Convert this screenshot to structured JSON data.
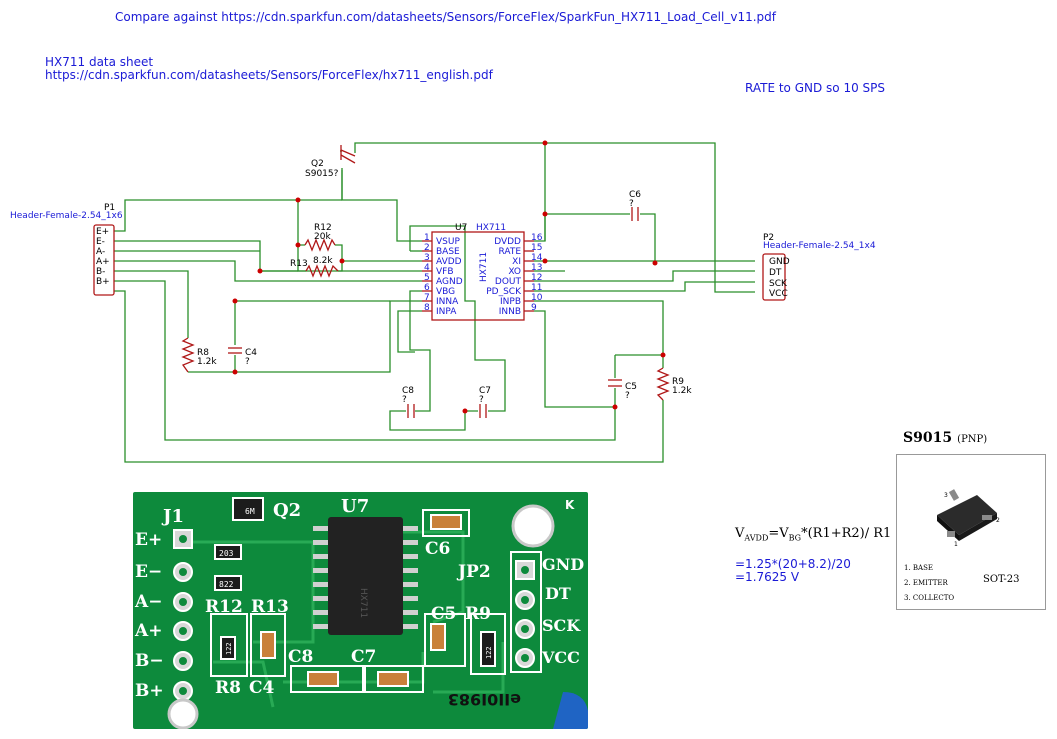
{
  "notes": {
    "compare": "Compare against https://cdn.sparkfun.com/datasheets/Sensors/ForceFlex/SparkFun_HX711_Load_Cell_v11.pdf",
    "datasheet_title": "HX711 data sheet",
    "datasheet_url": "https://cdn.sparkfun.com/datasheets/Sensors/ForceFlex/hx711_english.pdf",
    "rate": "RATE to GND so 10 SPS",
    "formula_calc": "=1.25*(20+8.2)/20",
    "formula_result": "=1.7625 V"
  },
  "formula": {
    "v": "V",
    "avdd_sub": "AVDD",
    "eq": "=V",
    "bg_sub": "BG",
    "rest": "*(R1+R2)/ R1"
  },
  "p1": {
    "ref": "P1",
    "part": "Header-Female-2.54_1x6",
    "pins": [
      "E+",
      "E-",
      "A-",
      "A+",
      "B-",
      "B+"
    ]
  },
  "p2": {
    "ref": "P2",
    "part": "Header-Female-2.54_1x4",
    "pins": [
      "GND",
      "DT",
      "SCK",
      "VCC"
    ]
  },
  "u7": {
    "ref": "U7",
    "part": "HX711",
    "body_label": "HX711",
    "left_pins": [
      {
        "num": "1",
        "name": "VSUP"
      },
      {
        "num": "2",
        "name": "BASE"
      },
      {
        "num": "3",
        "name": "AVDD"
      },
      {
        "num": "4",
        "name": "VFB"
      },
      {
        "num": "5",
        "name": "AGND"
      },
      {
        "num": "6",
        "name": "VBG"
      },
      {
        "num": "7",
        "name": "INNA"
      },
      {
        "num": "8",
        "name": "INPA"
      }
    ],
    "right_pins": [
      {
        "num": "16",
        "name": "DVDD"
      },
      {
        "num": "15",
        "name": "RATE"
      },
      {
        "num": "14",
        "name": "XI"
      },
      {
        "num": "13",
        "name": "XO"
      },
      {
        "num": "12",
        "name": "DOUT"
      },
      {
        "num": "11",
        "name": "PD_SCK"
      },
      {
        "num": "10",
        "name": "INPB"
      },
      {
        "num": "9",
        "name": "INNB"
      }
    ]
  },
  "q2": {
    "ref": "Q2",
    "part": "S9015?"
  },
  "r12": {
    "ref": "R12",
    "value": "20k"
  },
  "r13": {
    "ref": "R13",
    "value": "8.2k"
  },
  "r8": {
    "ref": "R8",
    "value": "1.2k"
  },
  "r9": {
    "ref": "R9",
    "value": "1.2k"
  },
  "c4": {
    "ref": "C4",
    "value": "?"
  },
  "c5": {
    "ref": "C5",
    "value": "?"
  },
  "c6": {
    "ref": "C6",
    "value": "?"
  },
  "c7": {
    "ref": "C7",
    "value": "?"
  },
  "c8": {
    "ref": "C8",
    "value": "?"
  },
  "pcb": {
    "j1": "J1",
    "q2": "Q2",
    "u7": "U7",
    "c6": "C6",
    "jp2": "JP2",
    "r12": "R12",
    "r13": "R13",
    "c5": "C5",
    "r9": "R9",
    "c8": "C8",
    "c7": "C7",
    "r8": "R8",
    "c4": "C4",
    "j1_pins": [
      "E+",
      "E−",
      "A−",
      "A+",
      "B−",
      "B+"
    ],
    "jp2_pins": [
      "GND",
      "DT",
      "SCK",
      "VCC"
    ],
    "chip_text": "HX711",
    "res_code_203": "203",
    "res_code_822": "822",
    "res_code_122a": "122",
    "res_code_122b": "122",
    "corner_k": "K",
    "serial": "eII0I983",
    "q_code": "6M"
  },
  "pinout": {
    "title": "S9015",
    "type": "(PNP)",
    "pin1": "1. BASE",
    "pin2": "2. EMITTER",
    "pin3": "3. COLLECTO",
    "package": "SOT-23",
    "n1": "1",
    "n2": "2",
    "n3": "3"
  },
  "colors": {
    "wire": "#2a8f2a",
    "component": "#b01818",
    "text": "#1a1ad6",
    "pcb": "#0d8a3c",
    "junction": "#cc0000"
  }
}
